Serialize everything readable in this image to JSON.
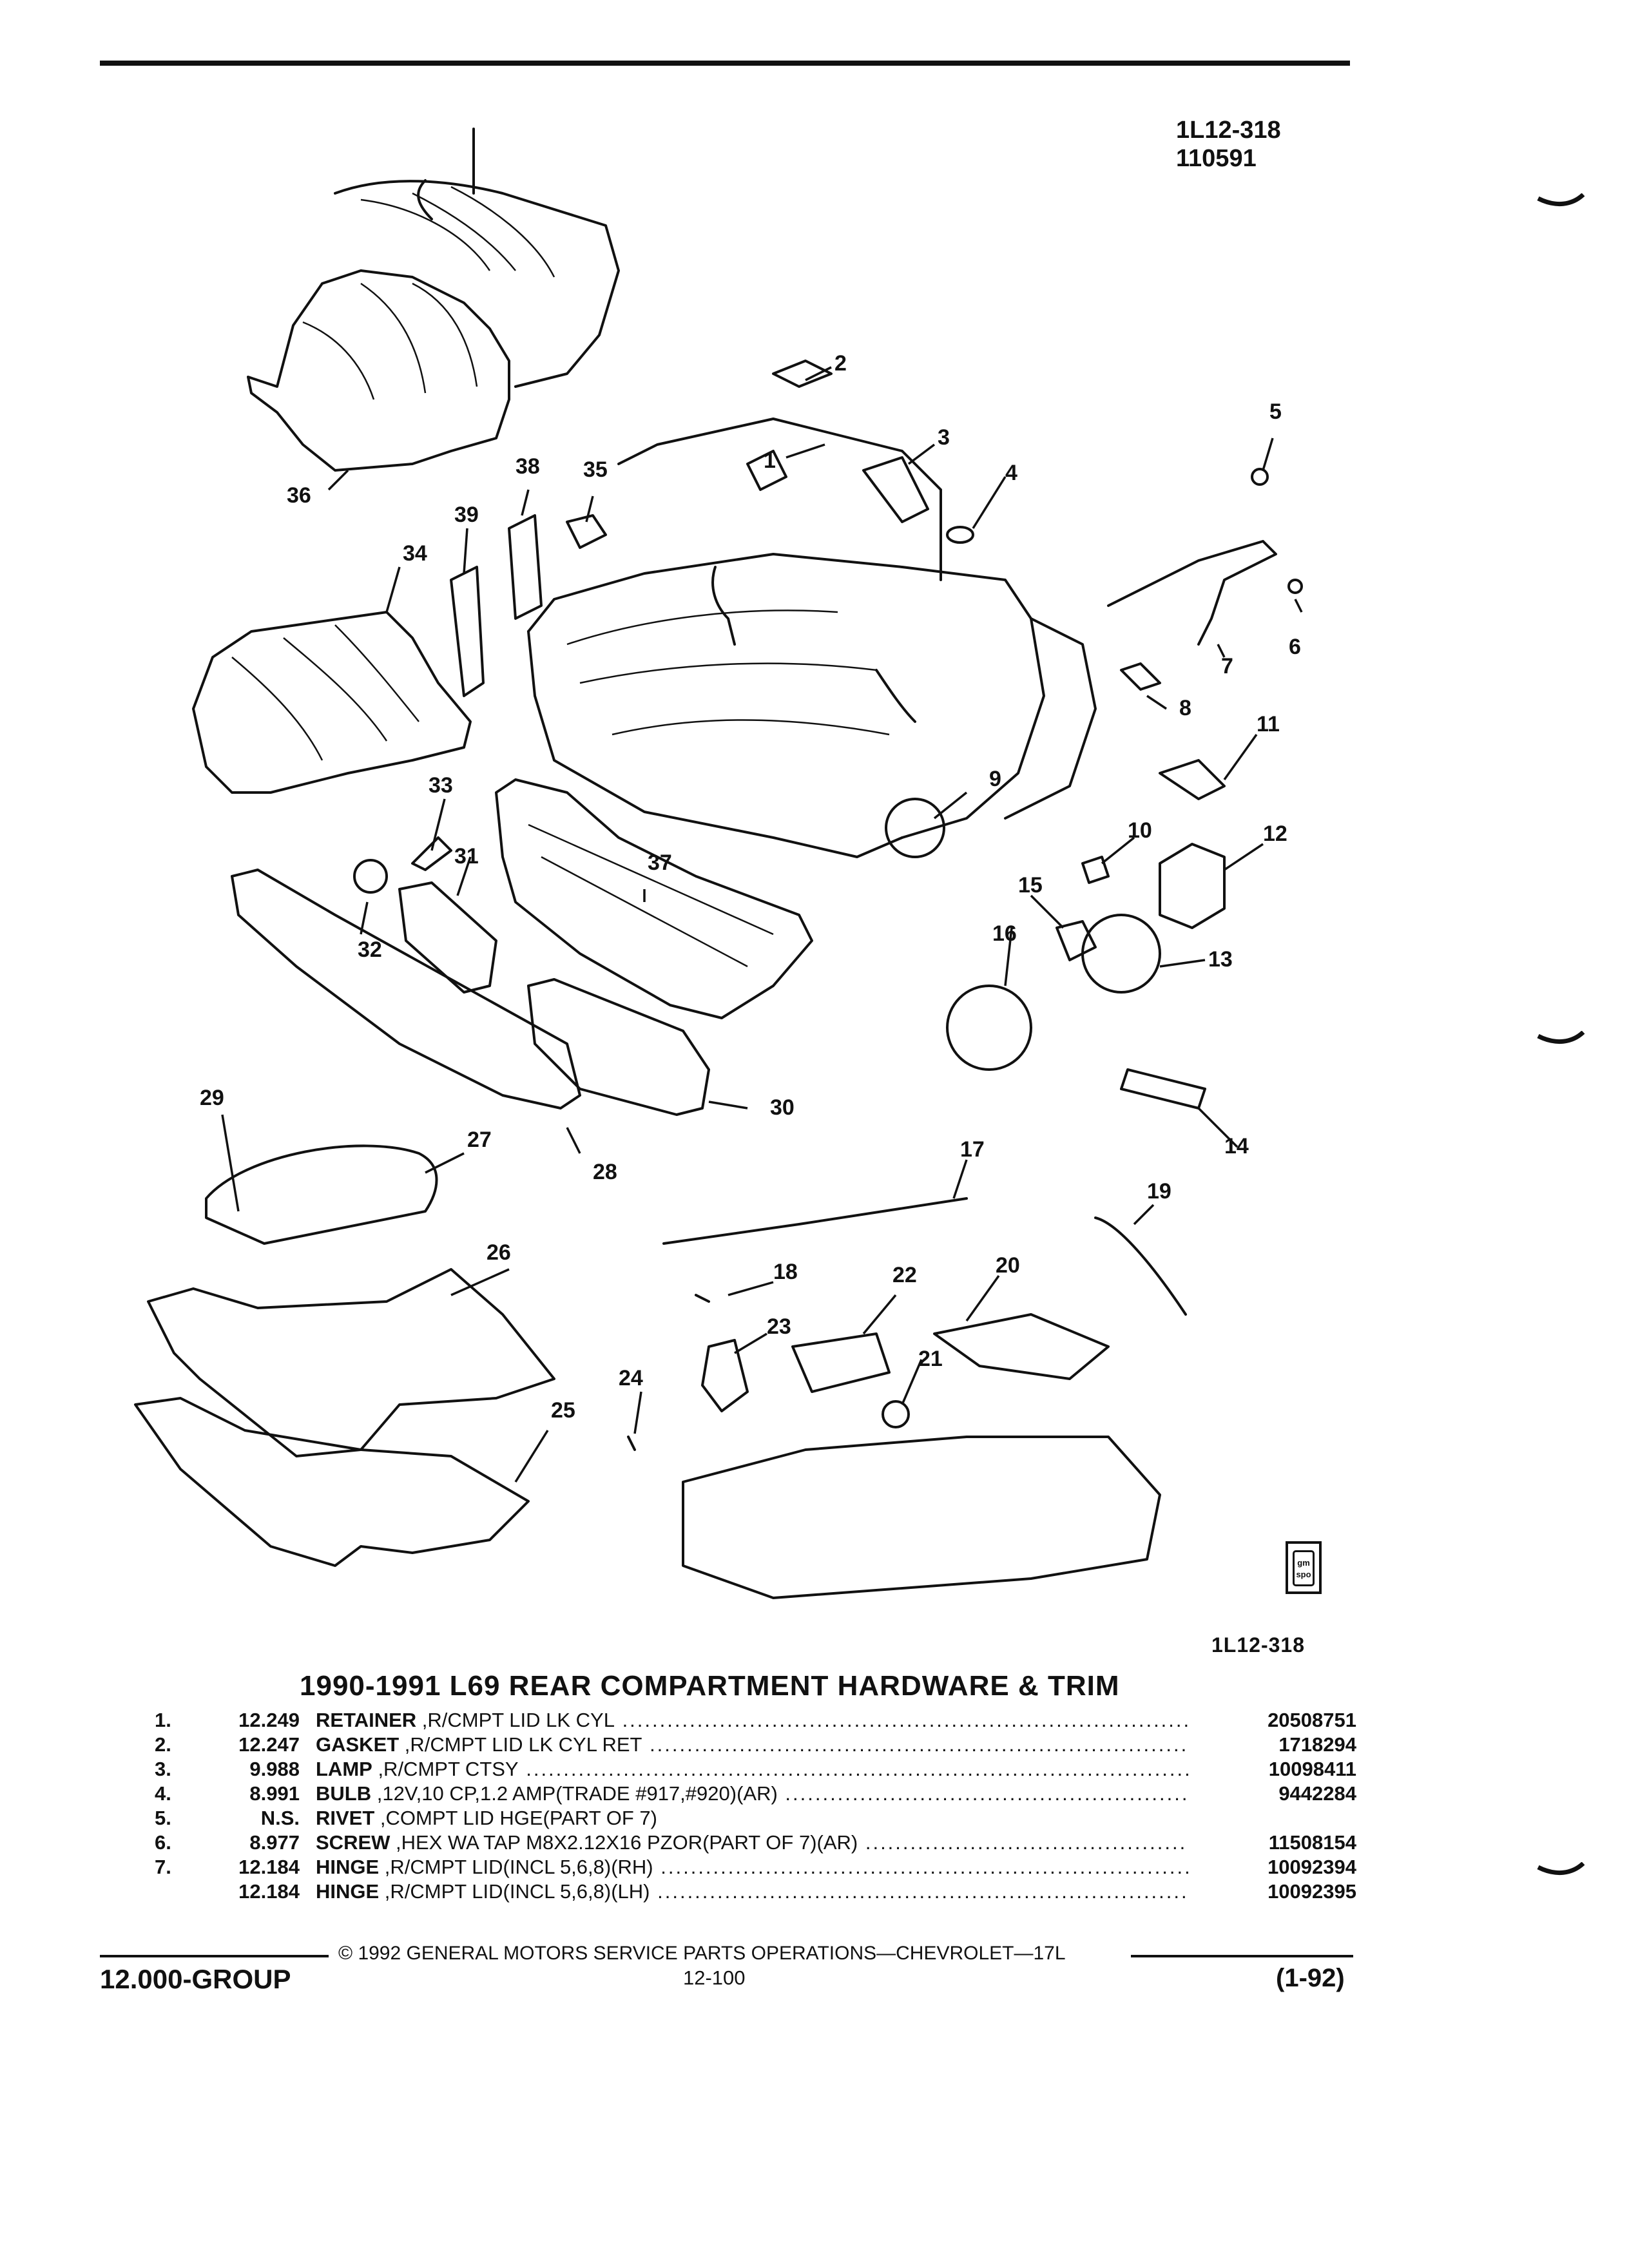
{
  "header": {
    "code_line1": "1L12-318",
    "code_line2": "110591"
  },
  "diagram": {
    "callouts": [
      "1",
      "2",
      "3",
      "4",
      "5",
      "6",
      "7",
      "8",
      "9",
      "10",
      "11",
      "12",
      "13",
      "14",
      "15",
      "16",
      "17",
      "18",
      "19",
      "20",
      "21",
      "22",
      "23",
      "24",
      "25",
      "26",
      "27",
      "28",
      "29",
      "30",
      "31",
      "32",
      "33",
      "34",
      "35",
      "36",
      "37",
      "38",
      "39"
    ],
    "figure_code": "1L12-318",
    "badge_text": "gm spo"
  },
  "section": {
    "title": "1990-1991 L69 REAR COMPARTMENT HARDWARE & TRIM"
  },
  "parts": [
    {
      "num": "1.",
      "ref": "12.249",
      "name": "RETAINER",
      "desc": " ,R/CMPT LID LK CYL",
      "part": "20508751"
    },
    {
      "num": "2.",
      "ref": "12.247",
      "name": "GASKET",
      "desc": " ,R/CMPT LID LK CYL RET",
      "part": "1718294"
    },
    {
      "num": "3.",
      "ref": "9.988",
      "name": "LAMP",
      "desc": " ,R/CMPT CTSY",
      "part": "10098411"
    },
    {
      "num": "4.",
      "ref": "8.991",
      "name": "BULB",
      "desc": " ,12V,10 CP,1.2 AMP(TRADE #917,#920)(AR)",
      "part": "9442284"
    },
    {
      "num": "5.",
      "ref": "N.S.",
      "name": "RIVET",
      "desc": " ,COMPT LID HGE(PART OF 7)",
      "part": ""
    },
    {
      "num": "6.",
      "ref": "8.977",
      "name": "SCREW",
      "desc": " ,HEX WA TAP M8X2.12X16 PZOR(PART OF 7)(AR)",
      "part": "11508154"
    },
    {
      "num": "7.",
      "ref": "12.184",
      "name": "HINGE",
      "desc": " ,R/CMPT LID(INCL 5,6,8)(RH)",
      "part": "10092394"
    },
    {
      "num": "",
      "ref": "12.184",
      "name": "HINGE",
      "desc": " ,R/CMPT LID(INCL 5,6,8)(LH)",
      "part": "10092395"
    }
  ],
  "footer": {
    "copyright": "© 1992 GENERAL MOTORS SERVICE PARTS OPERATIONS—CHEVROLET—17L",
    "group": "12.000-GROUP",
    "page_number": "12-100",
    "date_code": "(1-92)"
  }
}
